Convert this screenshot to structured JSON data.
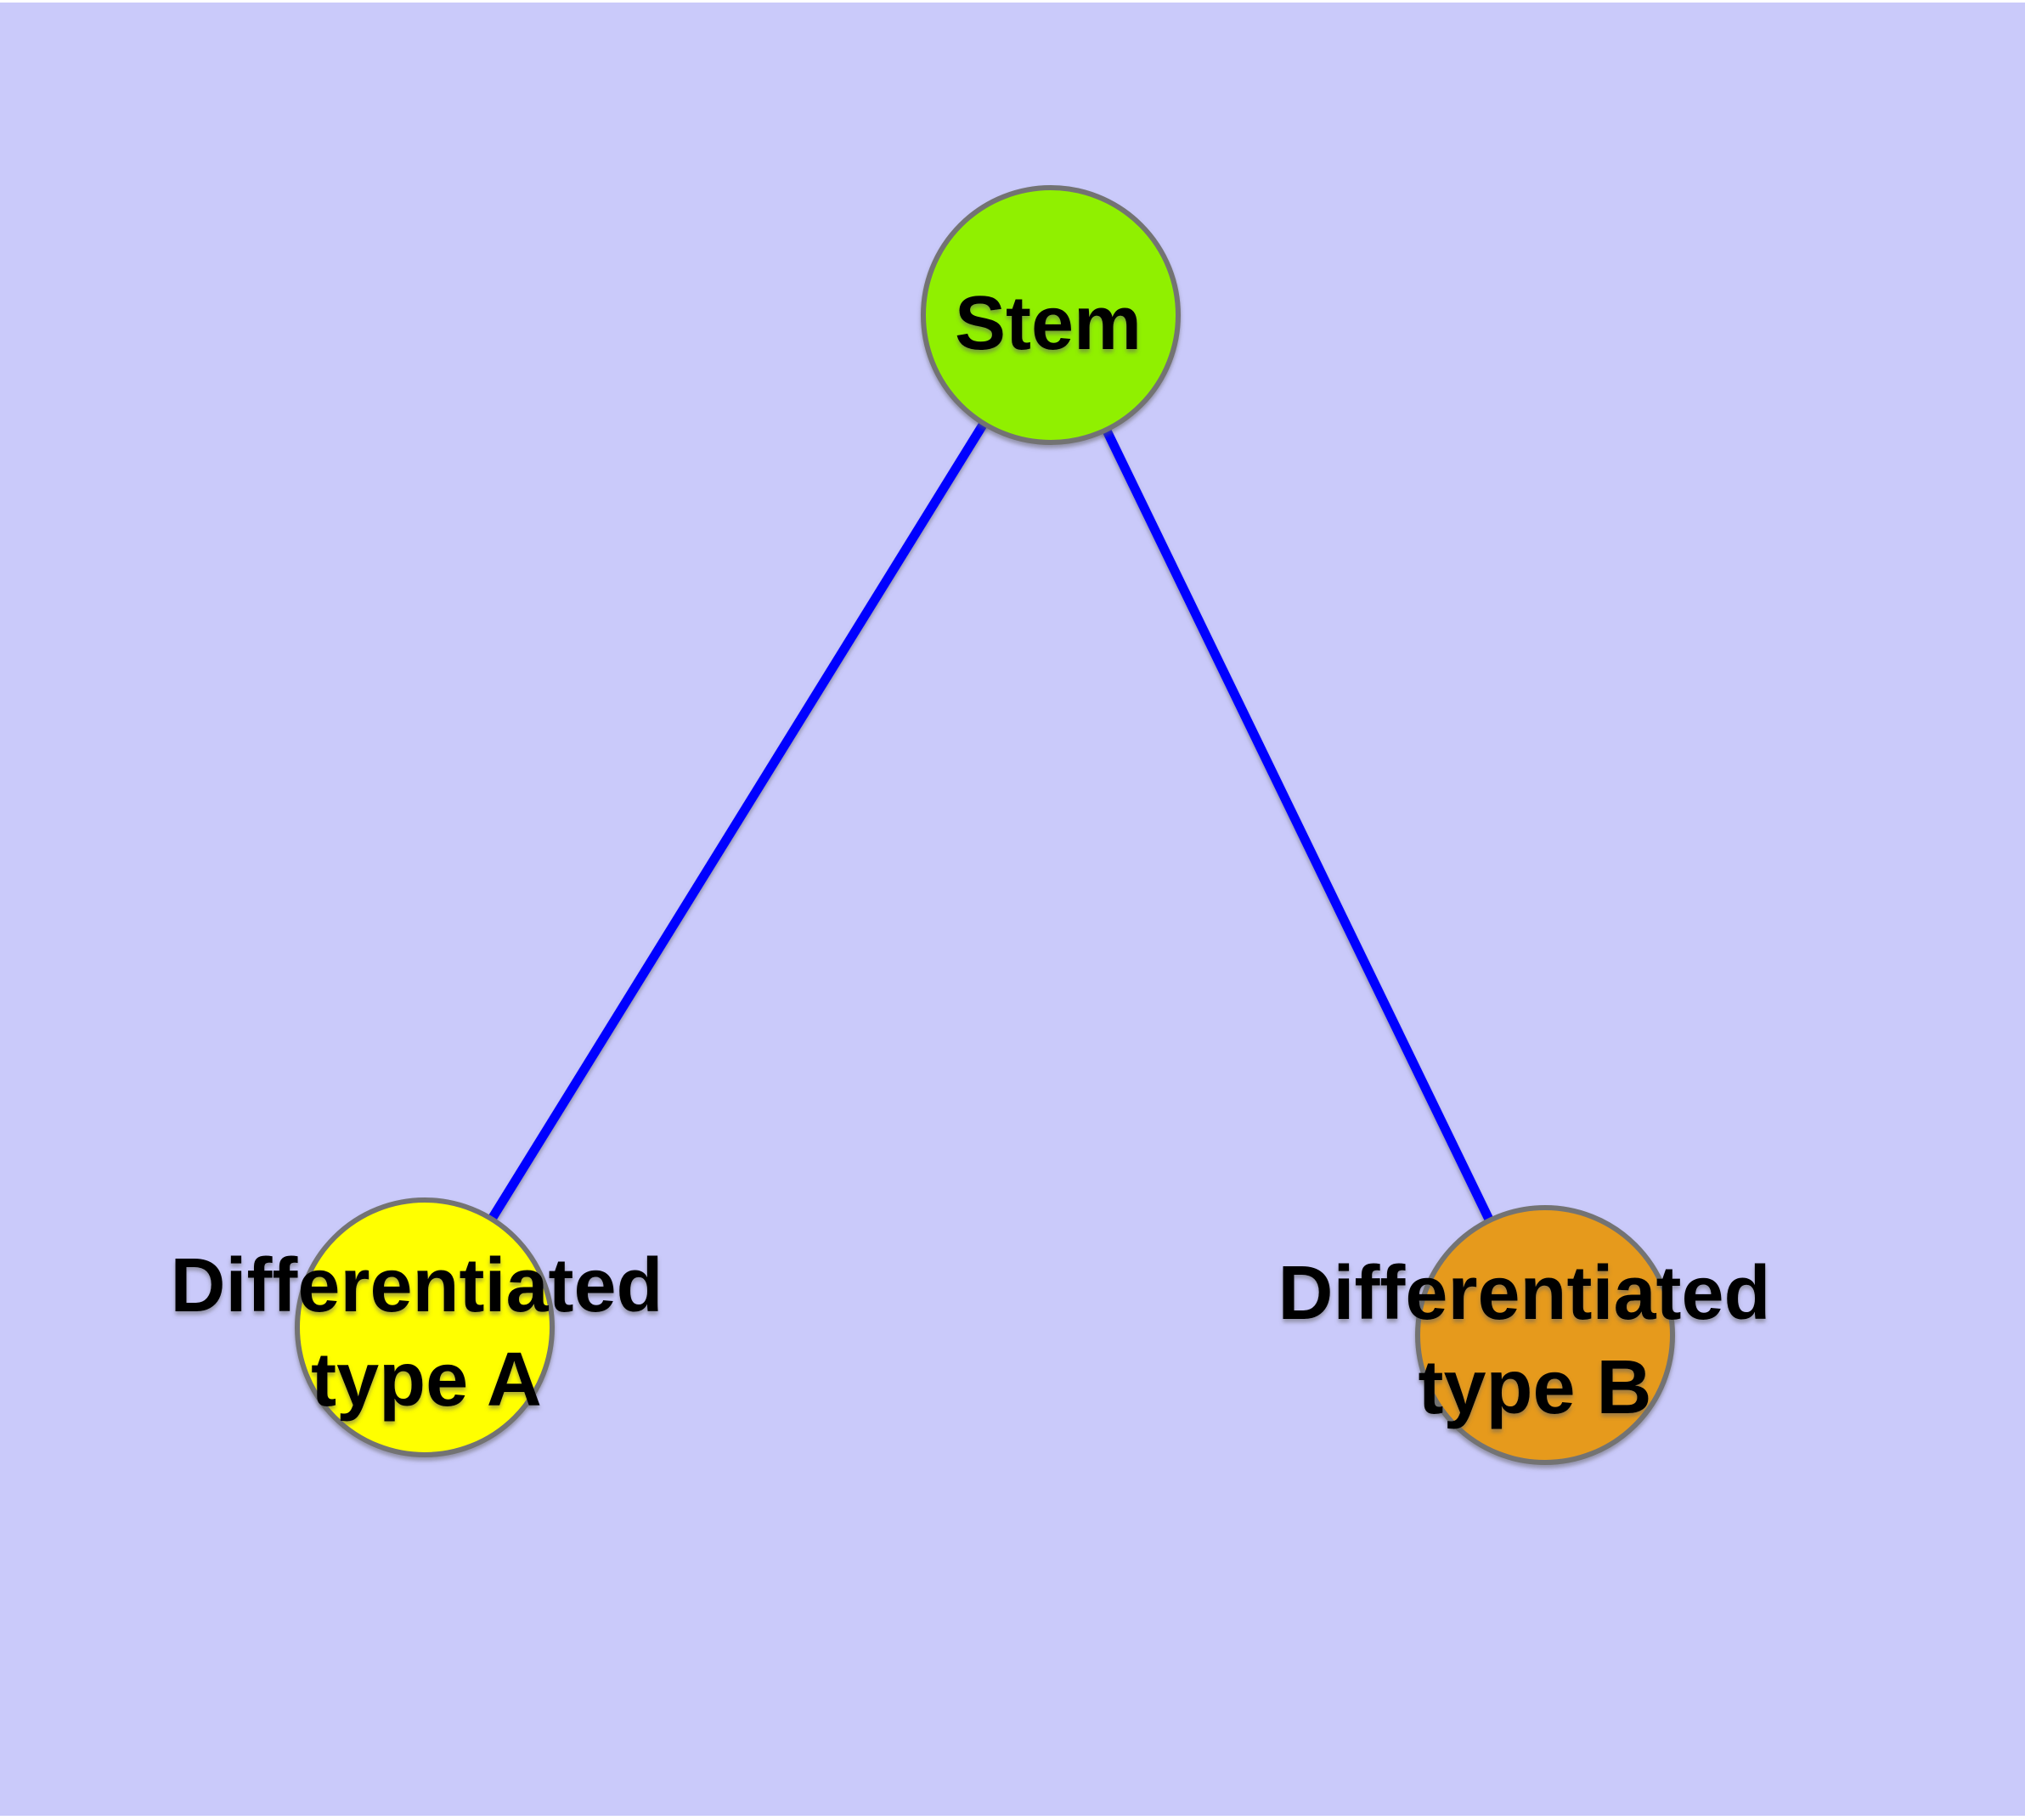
{
  "diagram": {
    "background_color": "#CACAFA",
    "top_strip_color": "#FFFFFF",
    "edge_color": "#0000FF",
    "node_border_color": "#737373",
    "label_color": "#000000",
    "nodes": [
      {
        "id": "stem",
        "label": "Stem",
        "fill": "#90F000"
      },
      {
        "id": "differentiated-type-a",
        "label_line1": "Differentiated",
        "label_line2": "type A",
        "fill": "#FFFF00"
      },
      {
        "id": "differentiated-type-b",
        "label_line1": "Differentiated",
        "label_line2": "type B",
        "fill": "#E69A1E"
      }
    ],
    "edges": [
      {
        "from": "stem",
        "to": "differentiated-type-a"
      },
      {
        "from": "stem",
        "to": "differentiated-type-b"
      }
    ]
  }
}
